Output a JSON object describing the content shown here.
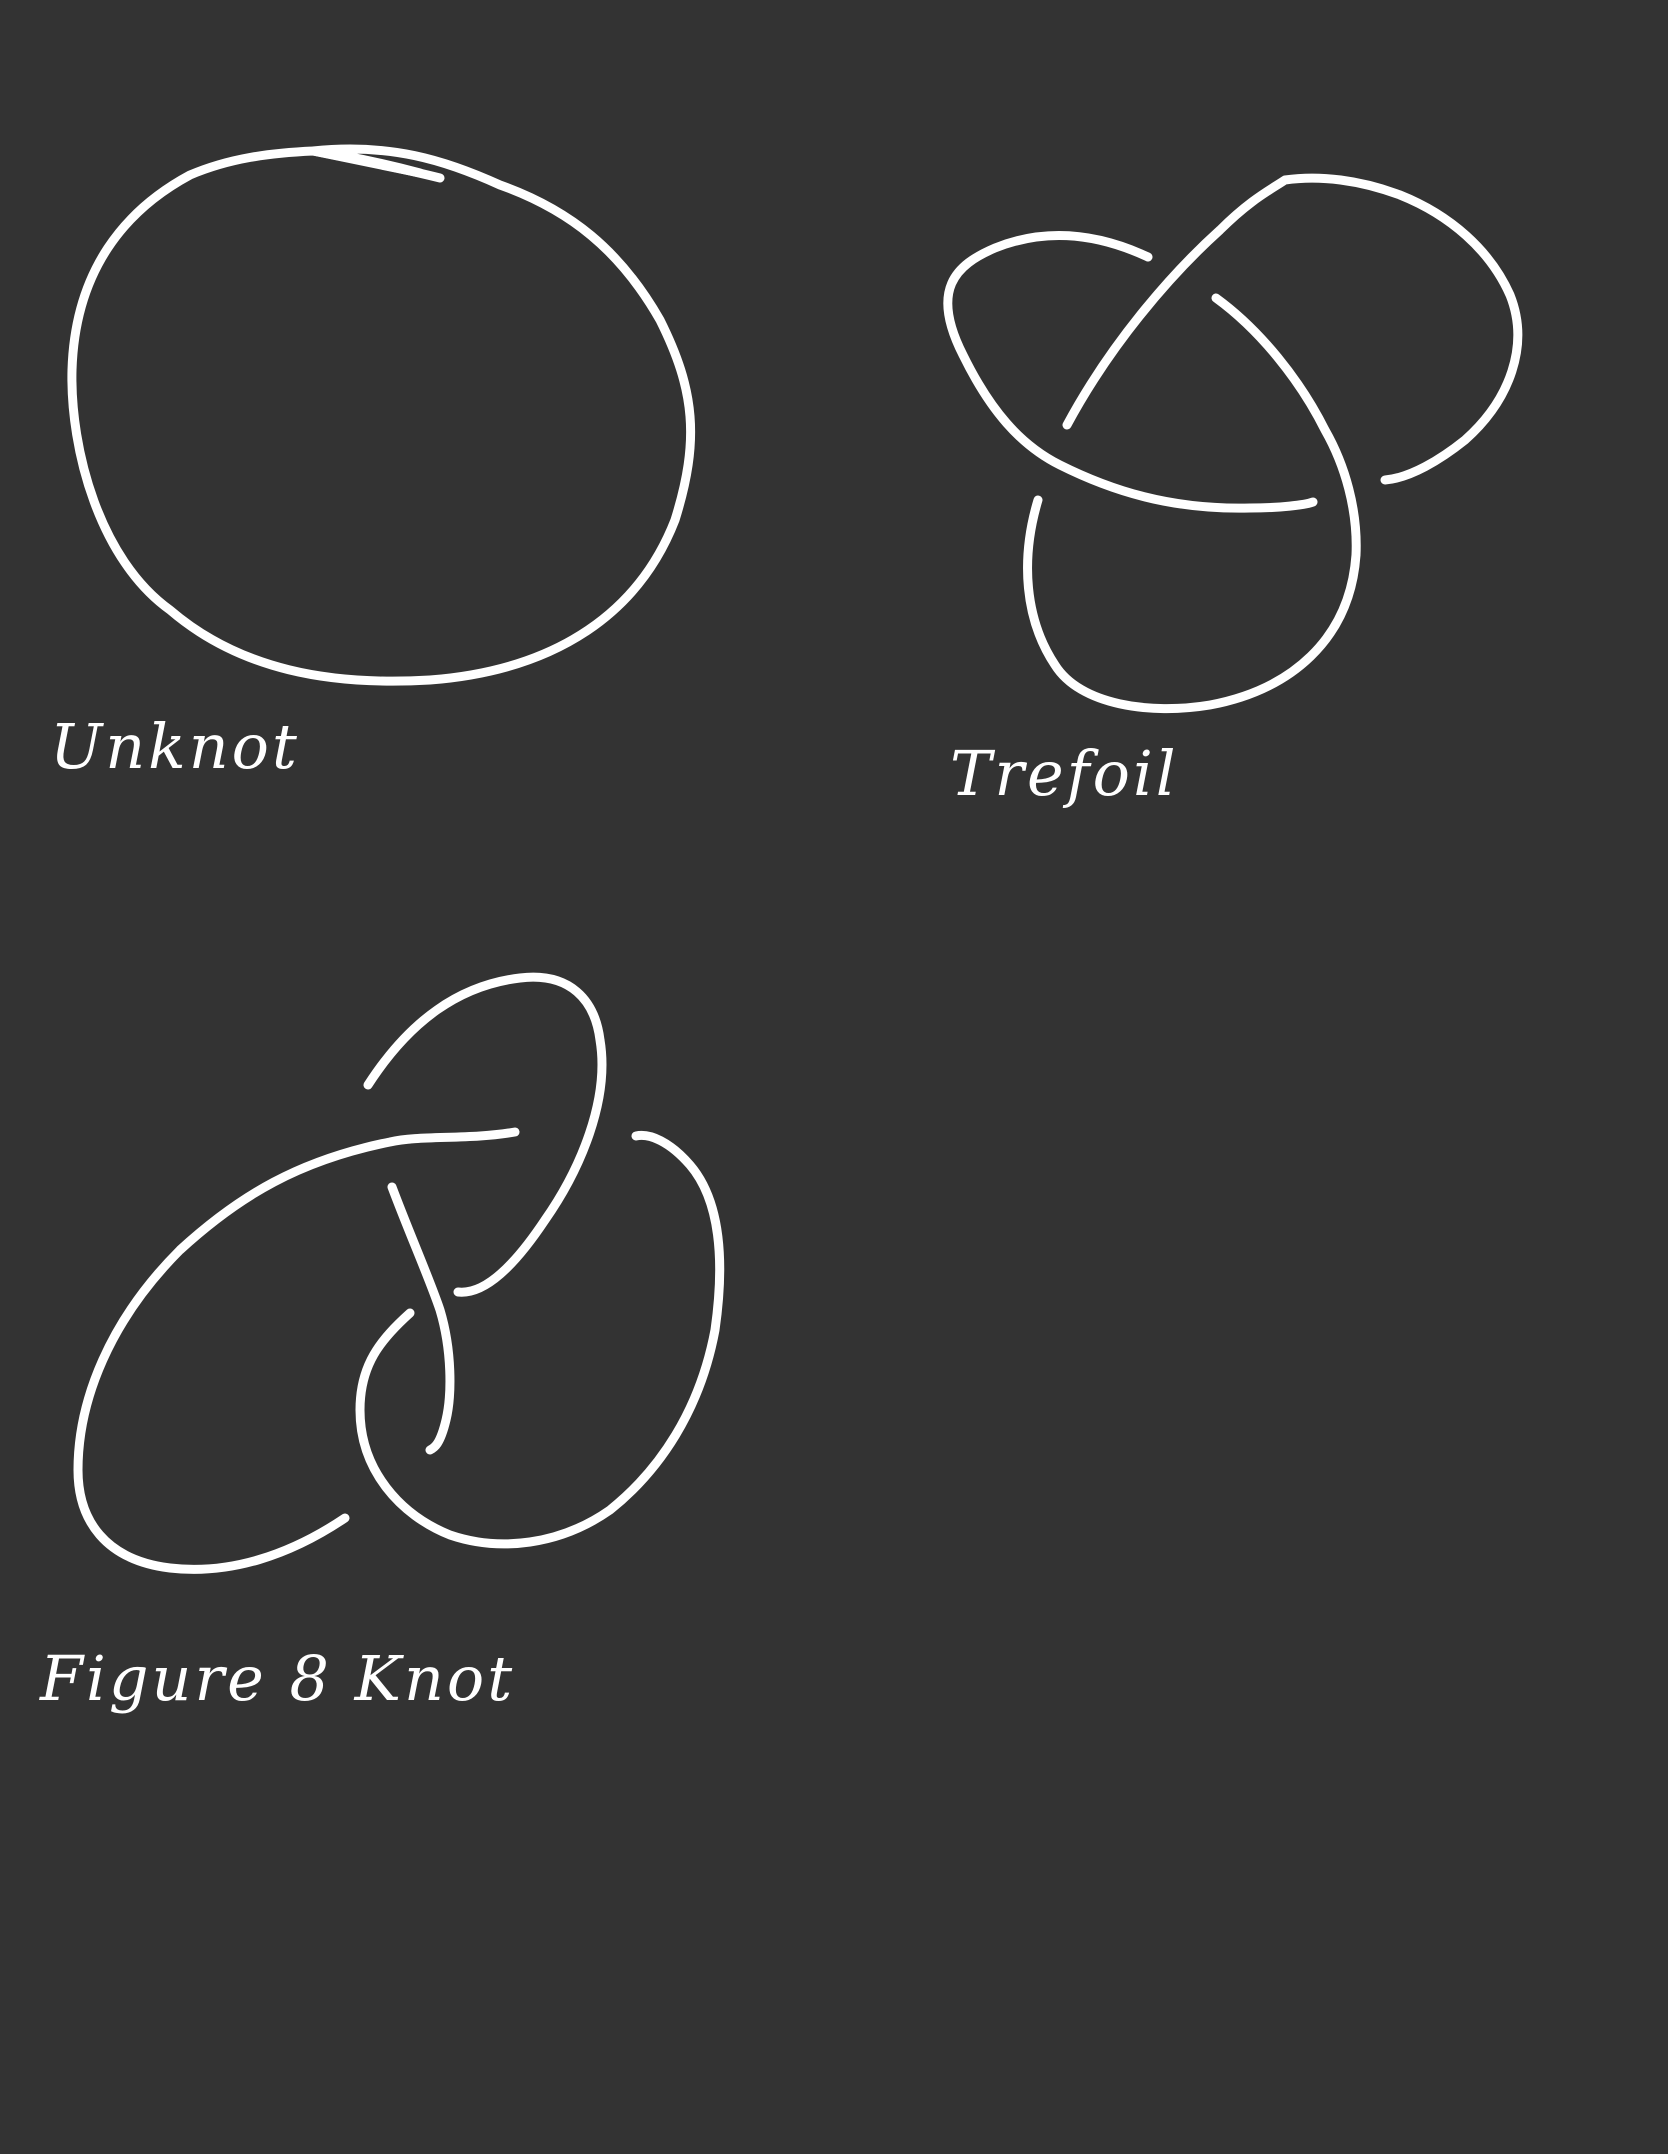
{
  "colors": {
    "background": "#333333",
    "ink": "#ffffff"
  },
  "knots": [
    {
      "id": "unknot",
      "label": "Unknot"
    },
    {
      "id": "trefoil",
      "label": "Trefoil"
    },
    {
      "id": "figure-8",
      "label": "Figure 8 Knot"
    }
  ]
}
